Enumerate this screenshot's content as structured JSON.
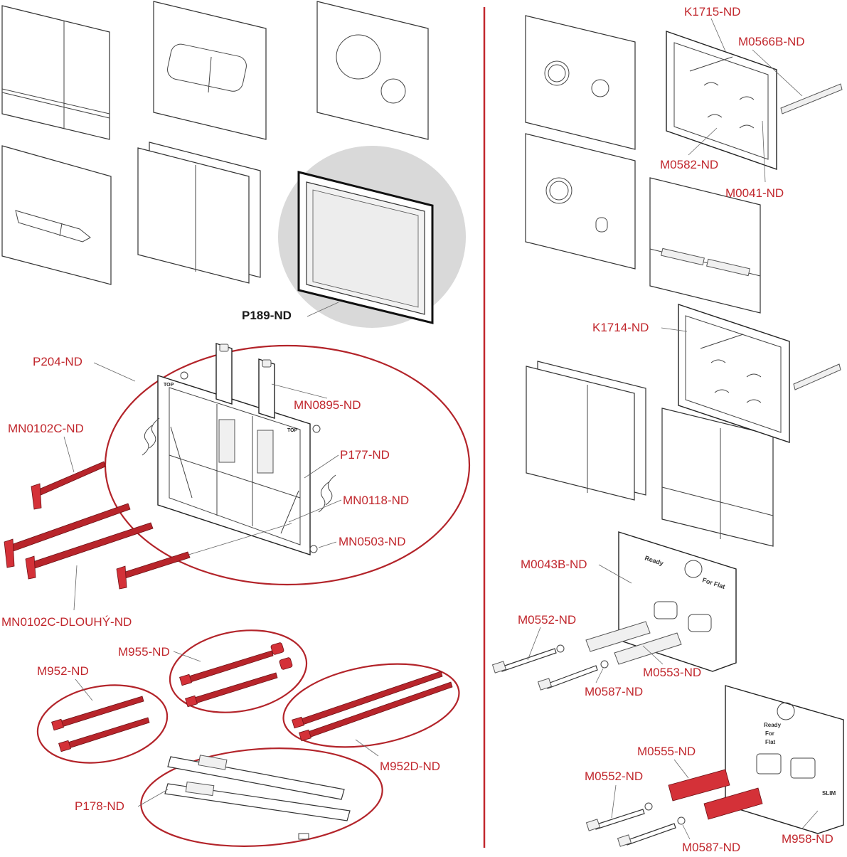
{
  "labels": {
    "p189": "P189-ND",
    "p204": "P204-ND",
    "mn0895": "MN0895-ND",
    "mn0102c": "MN0102C-ND",
    "p177": "P177-ND",
    "mn0118": "MN0118-ND",
    "mn0503": "MN0503-ND",
    "mn0102c_long": "MN0102C-DLOUHÝ-ND",
    "m955": "M955-ND",
    "m952": "M952-ND",
    "m952d": "M952D-ND",
    "p178": "P178-ND",
    "k1715": "K1715-ND",
    "m0566b": "M0566B-ND",
    "m0582": "M0582-ND",
    "m0041": "M0041-ND",
    "k1714": "K1714-ND",
    "m0043b": "M0043B-ND",
    "m0552_a": "M0552-ND",
    "m0553": "M0553-ND",
    "m0587_a": "M0587-ND",
    "m0555": "M0555-ND",
    "m0552_b": "M0552-ND",
    "m958": "M958-ND",
    "m0587_b": "M0587-ND"
  },
  "frame_text": {
    "top_left": "TOP",
    "top_right": "TOP",
    "ready_line1": "Ready",
    "for_flat": "For Flat",
    "ready_small": "Ready",
    "for_small": "For",
    "flat_small": "Flat",
    "slim": "SLIM"
  },
  "colors": {
    "accent": "#c1272d",
    "divider": "#c1272d",
    "highlight_bg": "#d9d9d9"
  }
}
